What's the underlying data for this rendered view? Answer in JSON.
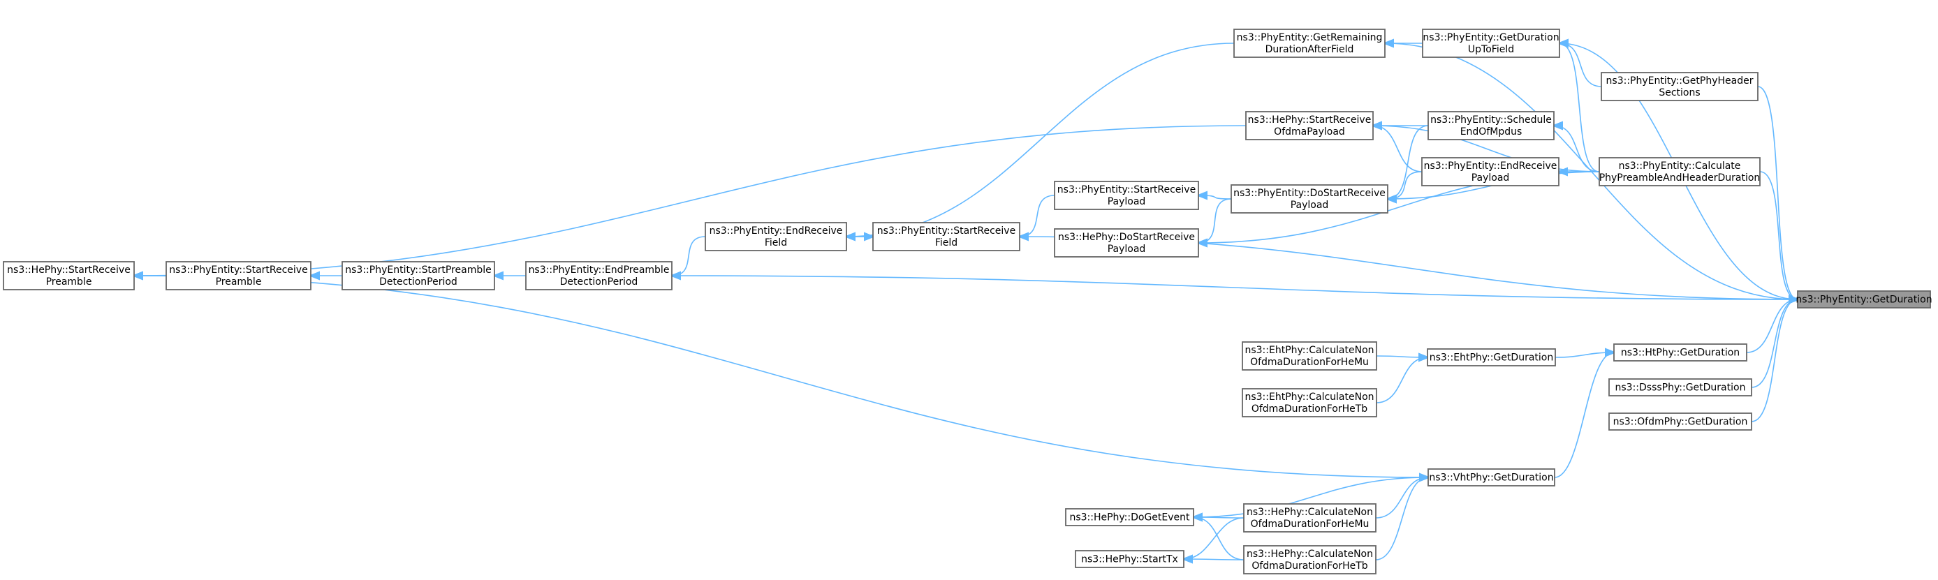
{
  "graph": {
    "nodes": [
      {
        "id": "getduration",
        "lines": [
          "ns3::PhyEntity::GetDuration"
        ],
        "highlight": true
      },
      {
        "id": "calcpreamble",
        "lines": [
          "ns3::PhyEntity::Calculate",
          "PhyPreambleAndHeaderDuration"
        ]
      },
      {
        "id": "getremaining",
        "lines": [
          "ns3::PhyEntity::GetRemaining",
          "DurationAfterField"
        ]
      },
      {
        "id": "getdurationupto",
        "lines": [
          "ns3::PhyEntity::GetDuration",
          "UpToField"
        ]
      },
      {
        "id": "getphyheader",
        "lines": [
          "ns3::PhyEntity::GetPhyHeader",
          "Sections"
        ]
      },
      {
        "id": "hepsro",
        "lines": [
          "ns3::HePhy::StartReceive",
          "OfdmaPayload"
        ]
      },
      {
        "id": "schedeom",
        "lines": [
          "ns3::PhyEntity::Schedule",
          "EndOfMpdus"
        ]
      },
      {
        "id": "endrecvpayload",
        "lines": [
          "ns3::PhyEntity::EndReceive",
          "Payload"
        ]
      },
      {
        "id": "dostartrecv",
        "lines": [
          "ns3::PhyEntity::DoStartReceive",
          "Payload"
        ]
      },
      {
        "id": "startrecvpayload",
        "lines": [
          "ns3::PhyEntity::StartReceive",
          "Payload"
        ]
      },
      {
        "id": "hedostart",
        "lines": [
          "ns3::HePhy::DoStartReceive",
          "Payload"
        ]
      },
      {
        "id": "startrecvfield",
        "lines": [
          "ns3::PhyEntity::StartReceive",
          "Field"
        ]
      },
      {
        "id": "endrecvfield",
        "lines": [
          "ns3::PhyEntity::EndReceive",
          "Field"
        ]
      },
      {
        "id": "endpreamble",
        "lines": [
          "ns3::PhyEntity::EndPreamble",
          "DetectionPeriod"
        ]
      },
      {
        "id": "startpreambledet",
        "lines": [
          "ns3::PhyEntity::StartPreamble",
          "DetectionPeriod"
        ]
      },
      {
        "id": "pestartpreamble",
        "lines": [
          "ns3::PhyEntity::StartReceive",
          "Preamble"
        ]
      },
      {
        "id": "hestartpreamble",
        "lines": [
          "ns3::HePhy::StartReceive",
          "Preamble"
        ]
      },
      {
        "id": "htgetduration",
        "lines": [
          "ns3::HtPhy::GetDuration"
        ]
      },
      {
        "id": "dsssgetduration",
        "lines": [
          "ns3::DsssPhy::GetDuration"
        ]
      },
      {
        "id": "ofdmgetduration",
        "lines": [
          "ns3::OfdmPhy::GetDuration"
        ]
      },
      {
        "id": "ehtgetduration",
        "lines": [
          "ns3::EhtPhy::GetDuration"
        ]
      },
      {
        "id": "ehtnonmu",
        "lines": [
          "ns3::EhtPhy::CalculateNon",
          "OfdmaDurationForHeMu"
        ]
      },
      {
        "id": "ehtnontb",
        "lines": [
          "ns3::EhtPhy::CalculateNon",
          "OfdmaDurationForHeTb"
        ]
      },
      {
        "id": "vhtgetduration",
        "lines": [
          "ns3::VhtPhy::GetDuration"
        ]
      },
      {
        "id": "henonmu",
        "lines": [
          "ns3::HePhy::CalculateNon",
          "OfdmaDurationForHeMu"
        ]
      },
      {
        "id": "henontb",
        "lines": [
          "ns3::HePhy::CalculateNon",
          "OfdmaDurationForHeTb"
        ]
      },
      {
        "id": "dogetevent",
        "lines": [
          "ns3::HePhy::DoGetEvent"
        ]
      },
      {
        "id": "starttx",
        "lines": [
          "ns3::HePhy::StartTx"
        ]
      }
    ],
    "edges": [
      [
        "calcpreamble",
        "getduration"
      ],
      [
        "getremaining",
        "getduration"
      ],
      [
        "getdurationupto",
        "getduration"
      ],
      [
        "getphyheader",
        "getduration"
      ],
      [
        "htgetduration",
        "getduration"
      ],
      [
        "dsssgetduration",
        "getduration"
      ],
      [
        "ofdmgetduration",
        "getduration"
      ],
      [
        "endpreamble",
        "getduration"
      ],
      [
        "startrecvfield",
        "getduration"
      ],
      [
        "getphyheader",
        "getdurationupto"
      ],
      [
        "getdurationupto",
        "getremaining"
      ],
      [
        "calcpreamble",
        "getdurationupto"
      ],
      [
        "calcpreamble",
        "hepsro"
      ],
      [
        "calcpreamble",
        "schedeom"
      ],
      [
        "calcpreamble",
        "endrecvpayload"
      ],
      [
        "calcpreamble",
        "dostartrecv"
      ],
      [
        "calcpreamble",
        "hedostart"
      ],
      [
        "schedeom",
        "hepsro"
      ],
      [
        "schedeom",
        "dostartrecv"
      ],
      [
        "endrecvpayload",
        "hepsro"
      ],
      [
        "endrecvpayload",
        "dostartrecv"
      ],
      [
        "dostartrecv",
        "startrecvpayload"
      ],
      [
        "dostartrecv",
        "hedostart"
      ],
      [
        "startrecvpayload",
        "startrecvfield"
      ],
      [
        "getremaining",
        "endrecvfield"
      ],
      [
        "startrecvfield",
        "endrecvfield"
      ],
      [
        "endrecvfield",
        "startrecvfield"
      ],
      [
        "endrecvfield",
        "endpreamble"
      ],
      [
        "endpreamble",
        "startpreambledet"
      ],
      [
        "startpreambledet",
        "pestartpreamble"
      ],
      [
        "pestartpreamble",
        "hestartpreamble"
      ],
      [
        "hepsro",
        "hestartpreamble"
      ],
      [
        "vhtgetduration",
        "hestartpreamble"
      ],
      [
        "ehtgetduration",
        "htgetduration"
      ],
      [
        "vhtgetduration",
        "htgetduration"
      ],
      [
        "ehtnonmu",
        "ehtgetduration"
      ],
      [
        "ehtnontb",
        "ehtgetduration"
      ],
      [
        "vhtgetduration",
        "dogetevent"
      ],
      [
        "henonmu",
        "vhtgetduration"
      ],
      [
        "henontb",
        "vhtgetduration"
      ],
      [
        "henonmu",
        "dogetevent"
      ],
      [
        "henonmu",
        "starttx"
      ],
      [
        "henontb",
        "dogetevent"
      ],
      [
        "henontb",
        "starttx"
      ]
    ]
  }
}
